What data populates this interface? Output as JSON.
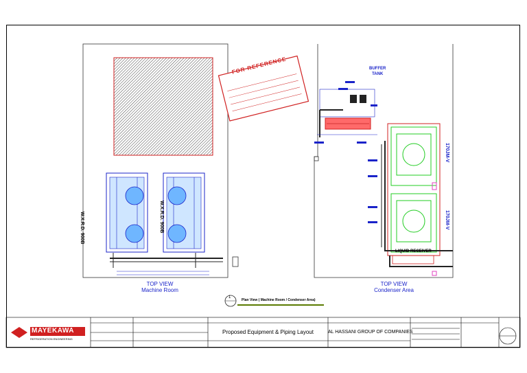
{
  "drawing": {
    "stamp_text": "FOR REFERENCE",
    "buffer_tank_label": "BUFFER\nTANK",
    "unit_label_1": "W.X.R.D. 900B",
    "unit_label_2": "W.X.R.D. 900B",
    "compressor_label_1": "170JM-V",
    "compressor_label_2": "170JM-V",
    "liquid_receiver_label": "LIQUID RECEIVER",
    "view1_title": "TOP VIEW",
    "view1_subtitle": "Machine Room",
    "view2_title": "TOP VIEW",
    "view2_subtitle": "Condenser Area",
    "legend_title": "Plan View ( Machine Room / Condenser Area)",
    "legend_number": "1"
  },
  "title_block": {
    "company_logo_text": "MAYEKAWA",
    "company_tagline": "REFRIGERATION ENGINEERING",
    "drawing_title": "Proposed Equipment & Piping Layout",
    "client_name": "AL HASSANI GROUP OF COMPANIES"
  },
  "colors": {
    "drawing_blue": "#1a23c9",
    "equipment_green": "#22cc22",
    "stamp_red": "#d02020",
    "pipe_dark": "#222222"
  }
}
